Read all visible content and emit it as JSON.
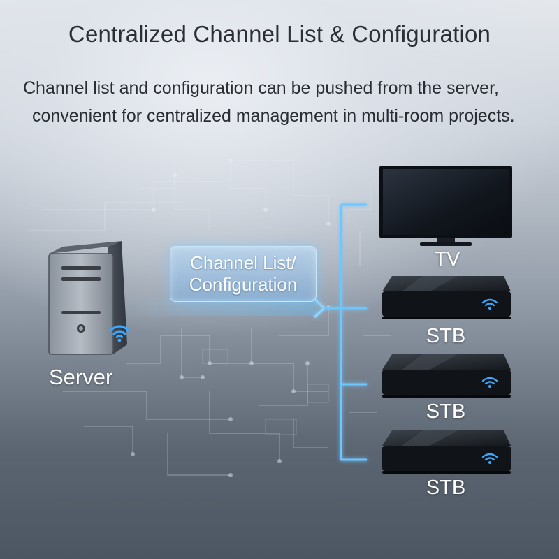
{
  "title": "Centralized Channel List & Configuration",
  "description": {
    "line1": "Channel list and configuration can be pushed from the server,",
    "line2": "convenient for centralized management in multi-room projects."
  },
  "server": {
    "label": "Server",
    "icon": "server-tower-icon",
    "wifi_icon": "wifi-icon"
  },
  "flow": {
    "line1": "Channel List/",
    "line2": "Configuration",
    "arrow_icon": "arrow-right-icon"
  },
  "devices": [
    {
      "type": "tv",
      "label": "TV",
      "icon": "tv-icon"
    },
    {
      "type": "stb",
      "label": "STB",
      "icon": "set-top-box-icon"
    },
    {
      "type": "stb",
      "label": "STB",
      "icon": "set-top-box-icon"
    },
    {
      "type": "stb",
      "label": "STB",
      "icon": "set-top-box-icon"
    }
  ],
  "colors": {
    "accent_glow": "#4fb8ff",
    "wifi": "#3aa8ff",
    "label_text": "#ffffff",
    "title_text": "#2b2f35"
  }
}
